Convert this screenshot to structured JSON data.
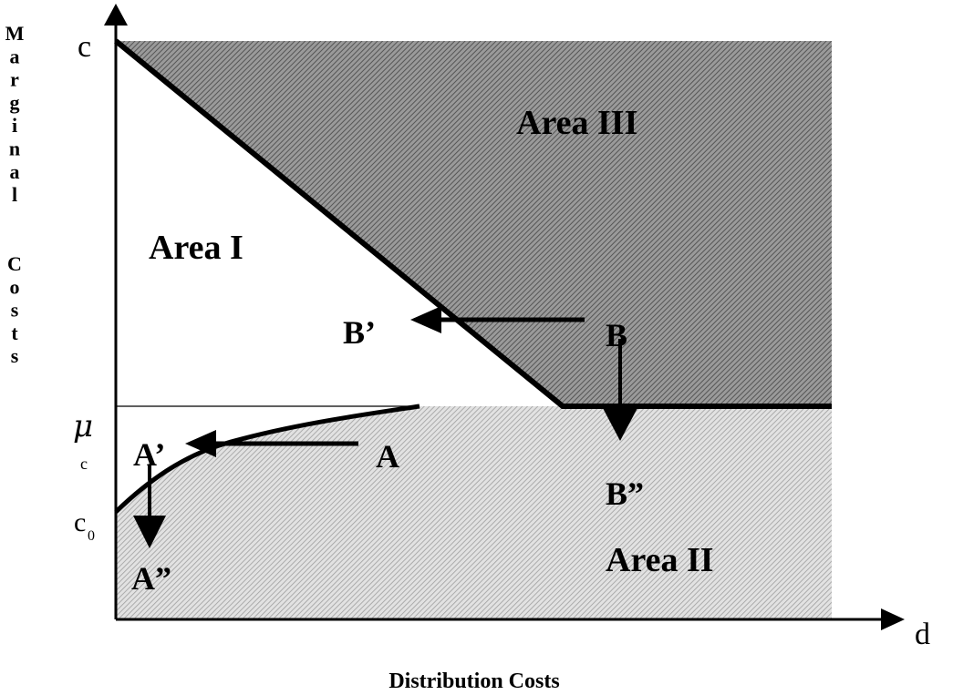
{
  "y_axis_title": "Marginal Costs",
  "x_axis_title": "Distribution Costs",
  "axis_symbols": {
    "x_end": "d",
    "y_top": "c",
    "mu": "μ",
    "mu_sub": "c",
    "c0_base": "c",
    "c0_sub": "0"
  },
  "regions": {
    "area_1": "Area I",
    "area_2": "Area II",
    "area_3": "Area III"
  },
  "points": {
    "A": "A",
    "A_prime": "A’",
    "A_double": "A”",
    "B": "B",
    "B_prime": "B’",
    "B_double": "B”"
  },
  "colors": {
    "shade_dark": "#7a7a7a",
    "shade_light": "#c4c4c4",
    "line": "#000000"
  }
}
